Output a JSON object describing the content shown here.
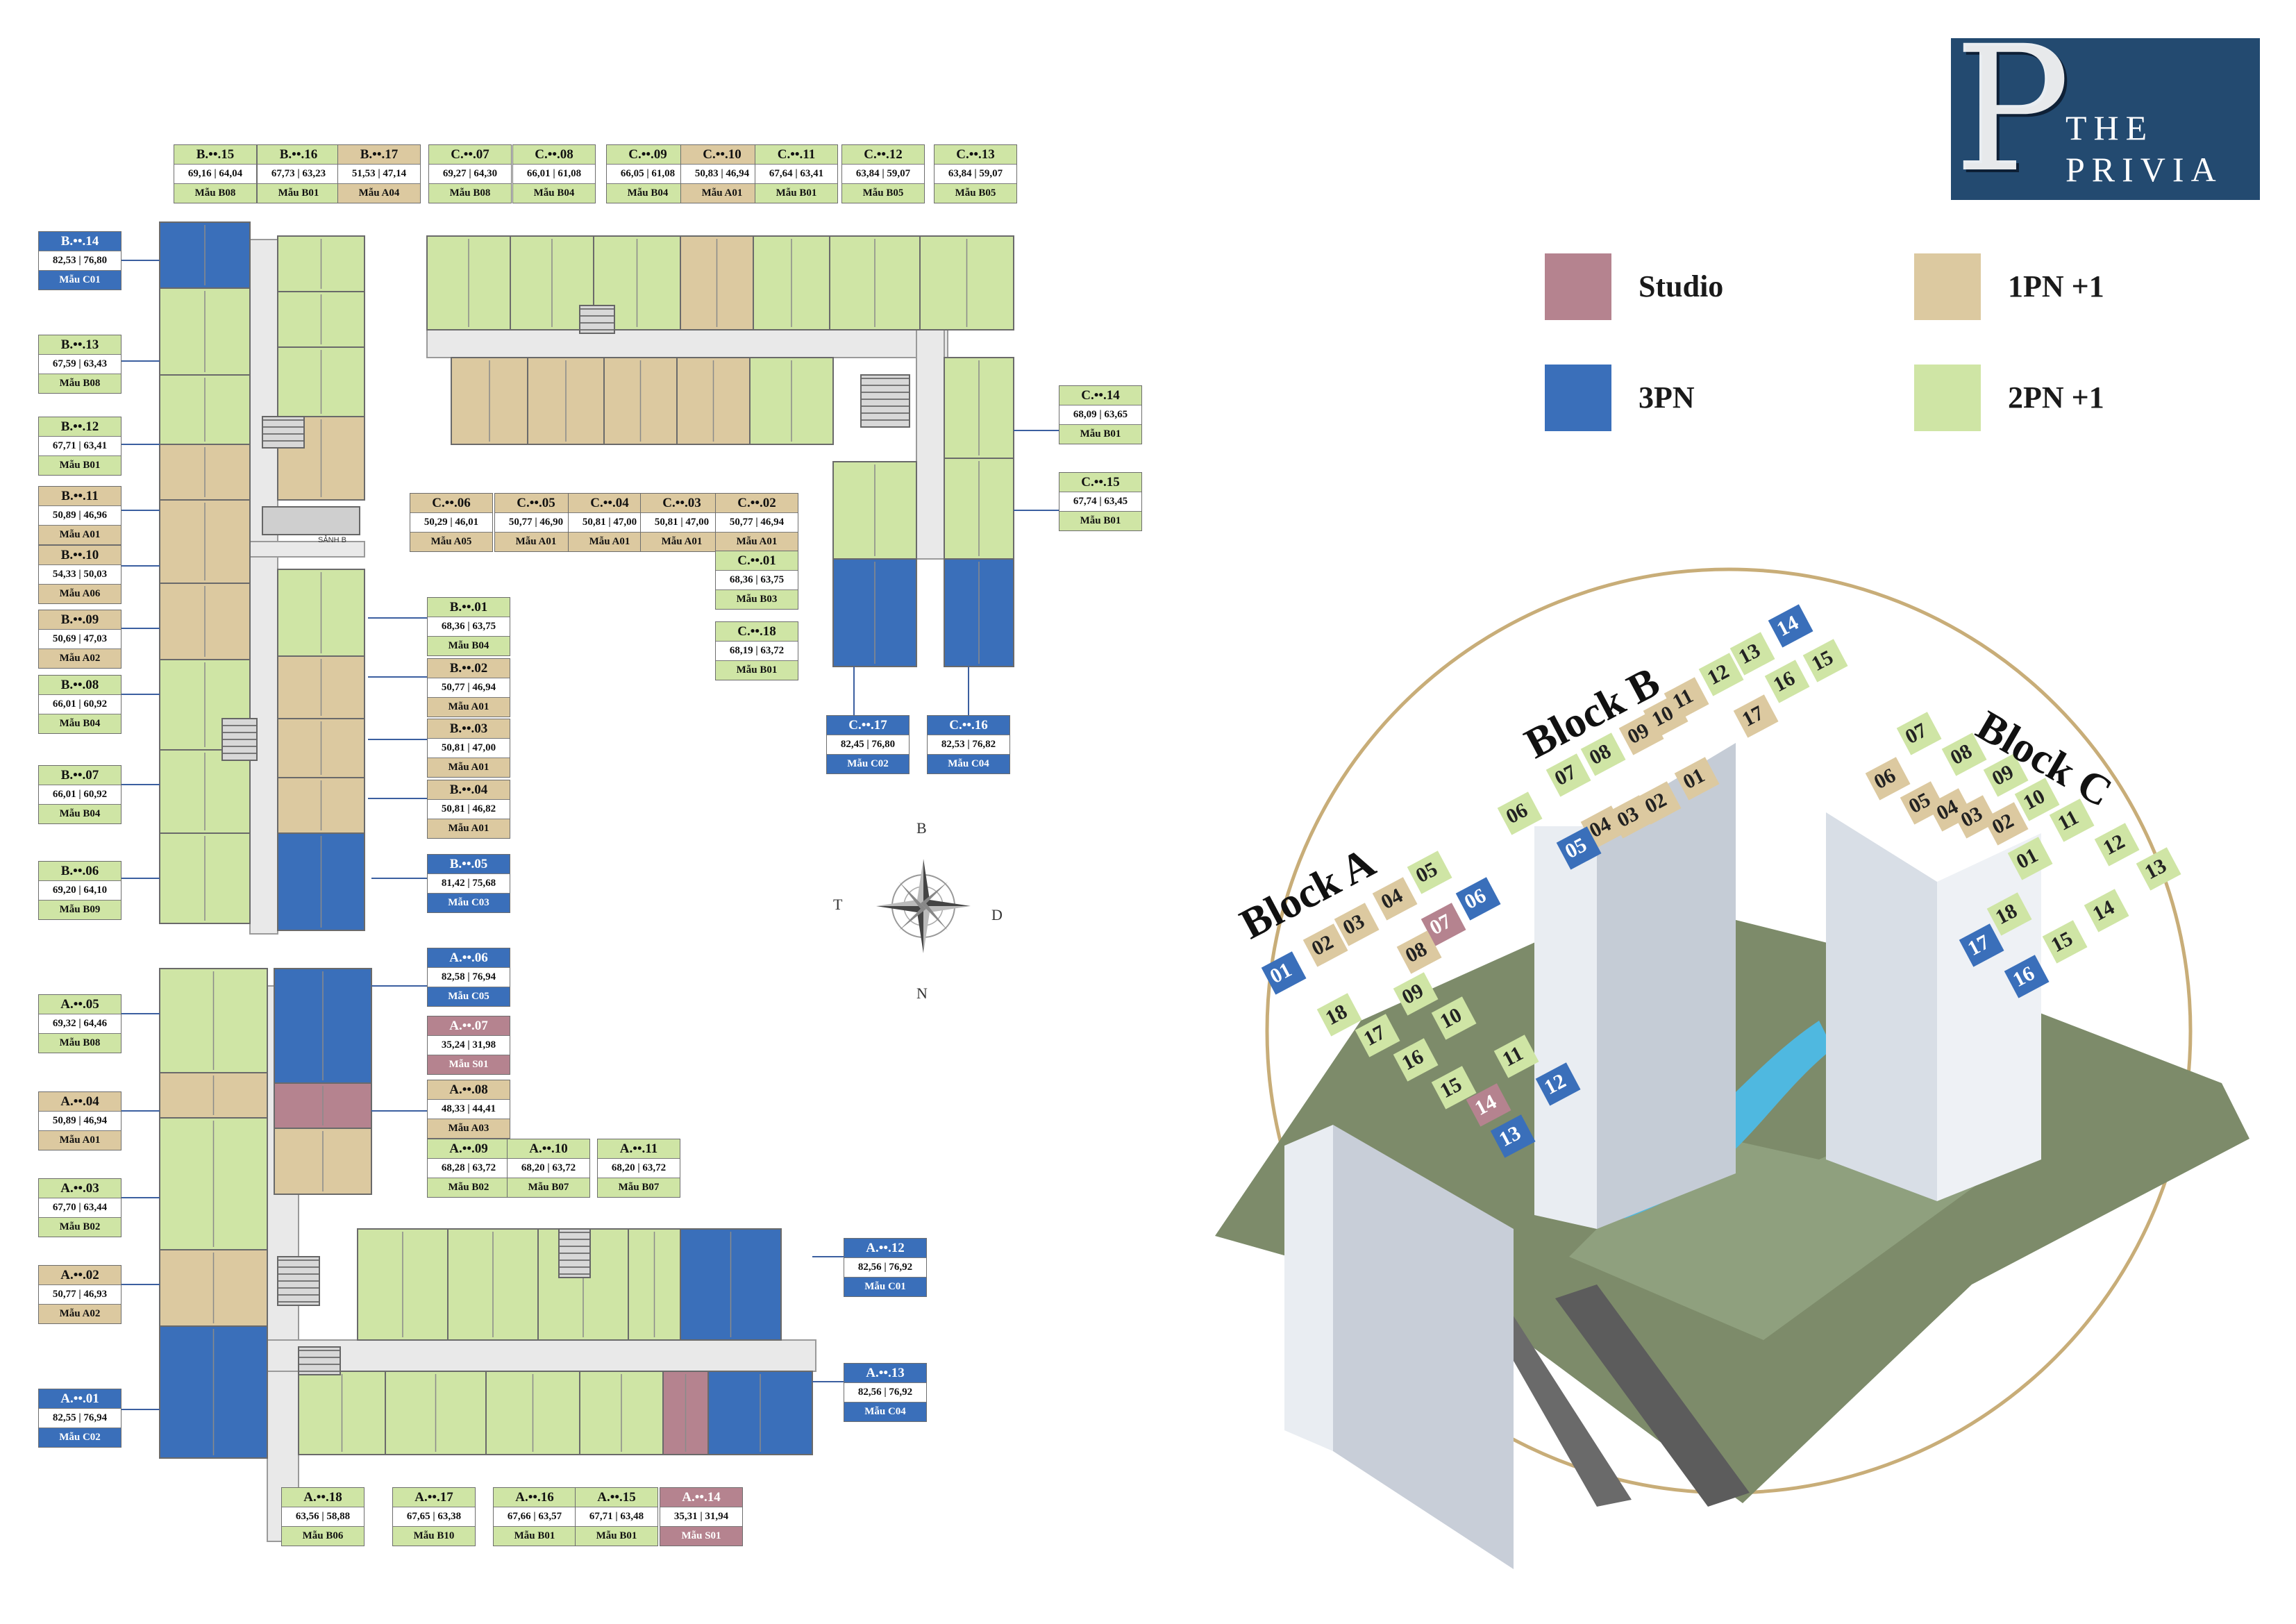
{
  "brand": {
    "the": "THE",
    "privia": "PRIVIA"
  },
  "legend": [
    {
      "label": "Studio",
      "color": "#b5838f"
    },
    {
      "label": "1PN +1",
      "color": "#dcc9a0"
    },
    {
      "label": "3PN",
      "color": "#3a6fba"
    },
    {
      "label": "2PN +1",
      "color": "#cfe5a5"
    }
  ],
  "compass": {
    "n": "B",
    "s": "N",
    "w": "T",
    "e": "D"
  },
  "block_a": {
    "tags": [
      {
        "code": "A.••.05",
        "area": "69,32 | 64,46",
        "model": "Mẫu B08",
        "kind": "green"
      },
      {
        "code": "A.••.04",
        "area": "50,89 | 46,94",
        "model": "Mẫu A01",
        "kind": "tan"
      },
      {
        "code": "A.••.03",
        "area": "67,70 | 63,44",
        "model": "Mẫu B02",
        "kind": "green"
      },
      {
        "code": "A.••.02",
        "area": "50,77 | 46,93",
        "model": "Mẫu A02",
        "kind": "tan"
      },
      {
        "code": "A.••.01",
        "area": "82,55 | 76,94",
        "model": "Mẫu C02",
        "kind": "blue"
      },
      {
        "code": "A.••.06",
        "area": "82,58 | 76,94",
        "model": "Mẫu C05",
        "kind": "blue"
      },
      {
        "code": "A.••.07",
        "area": "35,24 | 31,98",
        "model": "Mẫu S01",
        "kind": "pink"
      },
      {
        "code": "A.••.08",
        "area": "48,33 | 44,41",
        "model": "Mẫu A03",
        "kind": "tan"
      },
      {
        "code": "A.••.09",
        "area": "68,28 | 63,72",
        "model": "Mẫu B02",
        "kind": "green"
      },
      {
        "code": "A.••.10",
        "area": "68,20 | 63,72",
        "model": "Mẫu B07",
        "kind": "green"
      },
      {
        "code": "A.••.11",
        "area": "68,20 | 63,72",
        "model": "Mẫu B07",
        "kind": "green"
      },
      {
        "code": "A.••.12",
        "area": "82,56 | 76,92",
        "model": "Mẫu C01",
        "kind": "blue"
      },
      {
        "code": "A.••.13",
        "area": "82,56 | 76,92",
        "model": "Mẫu C04",
        "kind": "blue"
      },
      {
        "code": "A.••.18",
        "area": "63,56 | 58,88",
        "model": "Mẫu B06",
        "kind": "green"
      },
      {
        "code": "A.••.17",
        "area": "67,65 | 63,38",
        "model": "Mẫu B10",
        "kind": "green"
      },
      {
        "code": "A.••.16",
        "area": "67,66 | 63,57",
        "model": "Mẫu B01",
        "kind": "green"
      },
      {
        "code": "A.••.15",
        "area": "67,71 | 63,48",
        "model": "Mẫu B01",
        "kind": "green"
      },
      {
        "code": "A.••.14",
        "area": "35,31 | 31,94",
        "model": "Mẫu S01",
        "kind": "pink"
      }
    ]
  },
  "block_b": {
    "lobby_label": "SẢNH B",
    "tags": [
      {
        "code": "B.••.15",
        "area": "69,16 | 64,04",
        "model": "Mẫu B08",
        "kind": "green"
      },
      {
        "code": "B.••.16",
        "area": "67,73 | 63,23",
        "model": "Mẫu B01",
        "kind": "green"
      },
      {
        "code": "B.••.17",
        "area": "51,53 | 47,14",
        "model": "Mẫu A04",
        "kind": "tan"
      },
      {
        "code": "B.••.14",
        "area": "82,53 | 76,80",
        "model": "Mẫu C01",
        "kind": "blue"
      },
      {
        "code": "B.••.13",
        "area": "67,59 | 63,43",
        "model": "Mẫu B08",
        "kind": "green"
      },
      {
        "code": "B.••.12",
        "area": "67,71 | 63,41",
        "model": "Mẫu B01",
        "kind": "green"
      },
      {
        "code": "B.••.11",
        "area": "50,89 | 46,96",
        "model": "Mẫu A01",
        "kind": "tan"
      },
      {
        "code": "B.••.10",
        "area": "54,33 | 50,03",
        "model": "Mẫu A06",
        "kind": "tan"
      },
      {
        "code": "B.••.09",
        "area": "50,69 | 47,03",
        "model": "Mẫu A02",
        "kind": "tan"
      },
      {
        "code": "B.••.08",
        "area": "66,01 | 60,92",
        "model": "Mẫu B04",
        "kind": "green"
      },
      {
        "code": "B.••.07",
        "area": "66,01 | 60,92",
        "model": "Mẫu B04",
        "kind": "green"
      },
      {
        "code": "B.••.06",
        "area": "69,20 | 64,10",
        "model": "Mẫu B09",
        "kind": "green"
      },
      {
        "code": "B.••.01",
        "area": "68,36 | 63,75",
        "model": "Mẫu B04",
        "kind": "green"
      },
      {
        "code": "B.••.02",
        "area": "50,77 | 46,94",
        "model": "Mẫu A01",
        "kind": "tan"
      },
      {
        "code": "B.••.03",
        "area": "50,81 | 47,00",
        "model": "Mẫu A01",
        "kind": "tan"
      },
      {
        "code": "B.••.04",
        "area": "50,81 | 46,82",
        "model": "Mẫu A01",
        "kind": "tan"
      },
      {
        "code": "B.••.05",
        "area": "81,42 | 75,68",
        "model": "Mẫu C03",
        "kind": "blue"
      }
    ]
  },
  "block_c": {
    "tags": [
      {
        "code": "C.••.07",
        "area": "69,27 | 64,30",
        "model": "Mẫu B08",
        "kind": "green"
      },
      {
        "code": "C.••.08",
        "area": "66,01 | 61,08",
        "model": "Mẫu B04",
        "kind": "green"
      },
      {
        "code": "C.••.09",
        "area": "66,05 | 61,08",
        "model": "Mẫu B04",
        "kind": "green"
      },
      {
        "code": "C.••.10",
        "area": "50,83 | 46,94",
        "model": "Mẫu A01",
        "kind": "tan"
      },
      {
        "code": "C.••.11",
        "area": "67,64 | 63,41",
        "model": "Mẫu B01",
        "kind": "green"
      },
      {
        "code": "C.••.12",
        "area": "63,84 | 59,07",
        "model": "Mẫu B05",
        "kind": "green"
      },
      {
        "code": "C.••.13",
        "area": "63,84 | 59,07",
        "model": "Mẫu B05",
        "kind": "green"
      },
      {
        "code": "C.••.14",
        "area": "68,09 | 63,65",
        "model": "Mẫu B01",
        "kind": "green"
      },
      {
        "code": "C.••.15",
        "area": "67,74 | 63,45",
        "model": "Mẫu B01",
        "kind": "green"
      },
      {
        "code": "C.••.06",
        "area": "50,29 | 46,01",
        "model": "Mẫu A05",
        "kind": "tan"
      },
      {
        "code": "C.••.05",
        "area": "50,77 | 46,90",
        "model": "Mẫu A01",
        "kind": "tan"
      },
      {
        "code": "C.••.04",
        "area": "50,81 | 47,00",
        "model": "Mẫu A01",
        "kind": "tan"
      },
      {
        "code": "C.••.03",
        "area": "50,81 | 47,00",
        "model": "Mẫu A01",
        "kind": "tan"
      },
      {
        "code": "C.••.02",
        "area": "50,77 | 46,94",
        "model": "Mẫu A01",
        "kind": "tan"
      },
      {
        "code": "C.••.01",
        "area": "68,36 | 63,75",
        "model": "Mẫu B03",
        "kind": "green"
      },
      {
        "code": "C.••.18",
        "area": "68,19 | 63,72",
        "model": "Mẫu B01",
        "kind": "green"
      },
      {
        "code": "C.••.17",
        "area": "82,45 | 76,80",
        "model": "Mẫu C02",
        "kind": "blue"
      },
      {
        "code": "C.••.16",
        "area": "82,53 | 76,82",
        "model": "Mẫu C04",
        "kind": "blue"
      }
    ]
  },
  "aerial": {
    "block_a_title": "Block A",
    "block_b_title": "Block B",
    "block_c_title": "Block C",
    "a_numbers": [
      "01",
      "02",
      "03",
      "04",
      "05",
      "06",
      "07",
      "08",
      "09",
      "10",
      "11",
      "12",
      "13",
      "14",
      "15",
      "16",
      "17",
      "18"
    ],
    "b_numbers": [
      "01",
      "02",
      "03",
      "04",
      "05",
      "06",
      "07",
      "08",
      "09",
      "10",
      "11",
      "12",
      "13",
      "14",
      "15",
      "16",
      "17"
    ],
    "c_numbers": [
      "01",
      "02",
      "03",
      "04",
      "05",
      "06",
      "07",
      "08",
      "09",
      "10",
      "11",
      "12",
      "13",
      "14",
      "15",
      "16",
      "17",
      "18"
    ]
  }
}
